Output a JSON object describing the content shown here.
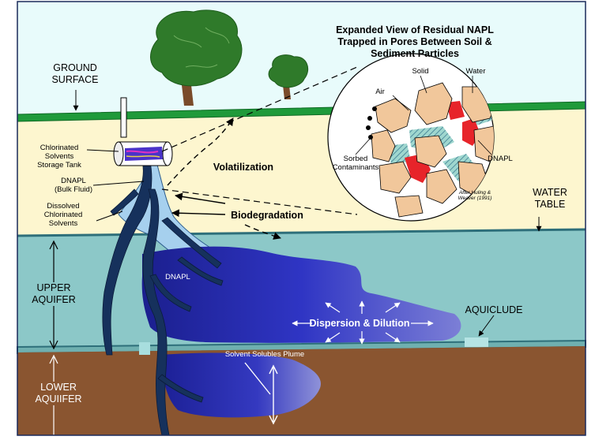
{
  "labels": {
    "ground_surface": "GROUND\nSURFACE",
    "storage_tank": "Chlorinated\nSolvents\nStorage Tank",
    "dnapl_bulk": "DNAPL\n(Bulk Fluid)",
    "dissolved": "Dissolved\nChlorinated\nSolvents",
    "volatilization": "Volatilization",
    "biodegradation": "Biodegradation",
    "water_table": "WATER\nTABLE",
    "upper_aquifer": "UPPER\nAQUIFER",
    "lower_aquifer": "LOWER\nAQUIIFER",
    "dnapl_pool": "DNAPL",
    "dispersion": "Dispersion & Dilution",
    "aquiclude": "AQUICLUDE",
    "solvent_plume": "Solvent  Solubles  Plume"
  },
  "inset": {
    "title": "Expanded View of Residual NAPL\nTrapped in Pores Between Soil &\nSediment Particles",
    "solid": "Solid",
    "water": "Water",
    "air": "Air",
    "sorbed": "Sorbed\nContaminants",
    "dnapl": "DNAPL",
    "credit": "After Huling &\nWeaver (1991)"
  },
  "colors": {
    "sky": "#e8fbfb",
    "grass": "#1f9a3a",
    "vadose": "#fdf6cf",
    "aquifer": "#8cc8c8",
    "lower": "#8a5530",
    "dnapl_dark": "#16315c",
    "plume_light": "#a6d0ee",
    "plume_blue": "#2a2fb8",
    "particle": "#f1c79b",
    "dnapl_red": "#e7242a"
  }
}
